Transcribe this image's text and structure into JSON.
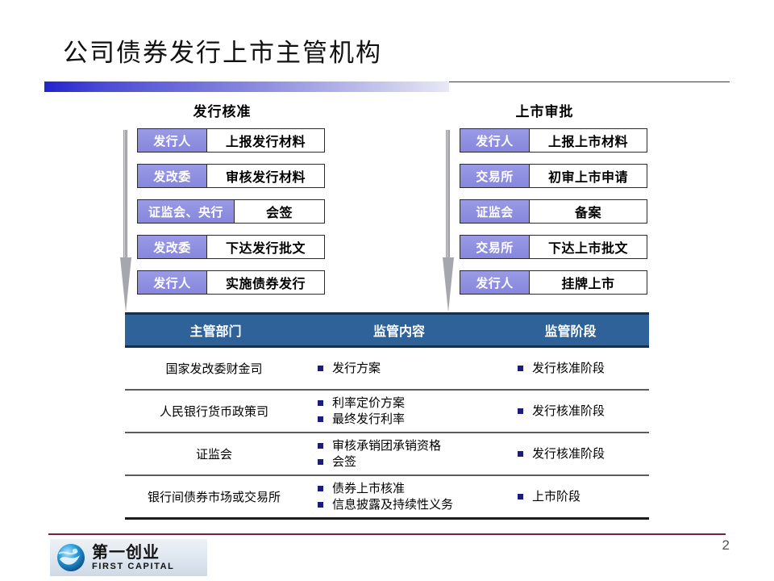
{
  "slide": {
    "title": "公司债券发行上市主管机构",
    "page_number": "2",
    "accent_color": "#2222cc",
    "table_header_color": "#2f6298",
    "actor_box_color": "#9090e2",
    "bullet_color": "#1c1c7a",
    "footer_rule_color": "#7a1f3d"
  },
  "flows": [
    {
      "heading": "发行核准",
      "rows": [
        {
          "actor": "发行人",
          "action": "上报发行材料",
          "wide": false
        },
        {
          "actor": "发改委",
          "action": "审核发行材料",
          "wide": false
        },
        {
          "actor": "证监会、央行",
          "action": "会签",
          "wide": true
        },
        {
          "actor": "发改委",
          "action": "下达发行批文",
          "wide": false
        },
        {
          "actor": "发行人",
          "action": "实施债券发行",
          "wide": false
        }
      ]
    },
    {
      "heading": "上市审批",
      "rows": [
        {
          "actor": "发行人",
          "action": "上报上市材料",
          "wide": false
        },
        {
          "actor": "交易所",
          "action": "初审上市申请",
          "wide": false
        },
        {
          "actor": "证监会",
          "action": "备案",
          "wide": false
        },
        {
          "actor": "交易所",
          "action": "下达上市批文",
          "wide": false
        },
        {
          "actor": "发行人",
          "action": "挂牌上市",
          "wide": false
        }
      ]
    }
  ],
  "table": {
    "headers": [
      "主管部门",
      "监管内容",
      "监管阶段"
    ],
    "rows": [
      {
        "department": "国家发改委财金司",
        "content": [
          "发行方案"
        ],
        "stage": [
          "发行核准阶段"
        ]
      },
      {
        "department": "人民银行货币政策司",
        "content": [
          "利率定价方案",
          "最终发行利率"
        ],
        "stage": [
          "发行核准阶段"
        ]
      },
      {
        "department": "证监会",
        "content": [
          "审核承销团承销资格",
          "会签"
        ],
        "stage": [
          "发行核准阶段"
        ]
      },
      {
        "department": "银行间债券市场或交易所",
        "content": [
          "债券上市核准",
          "信息披露及持续性义务"
        ],
        "stage": [
          "上市阶段"
        ]
      }
    ]
  },
  "logo": {
    "cn": "第一创业",
    "en": "FIRST CAPITAL"
  }
}
